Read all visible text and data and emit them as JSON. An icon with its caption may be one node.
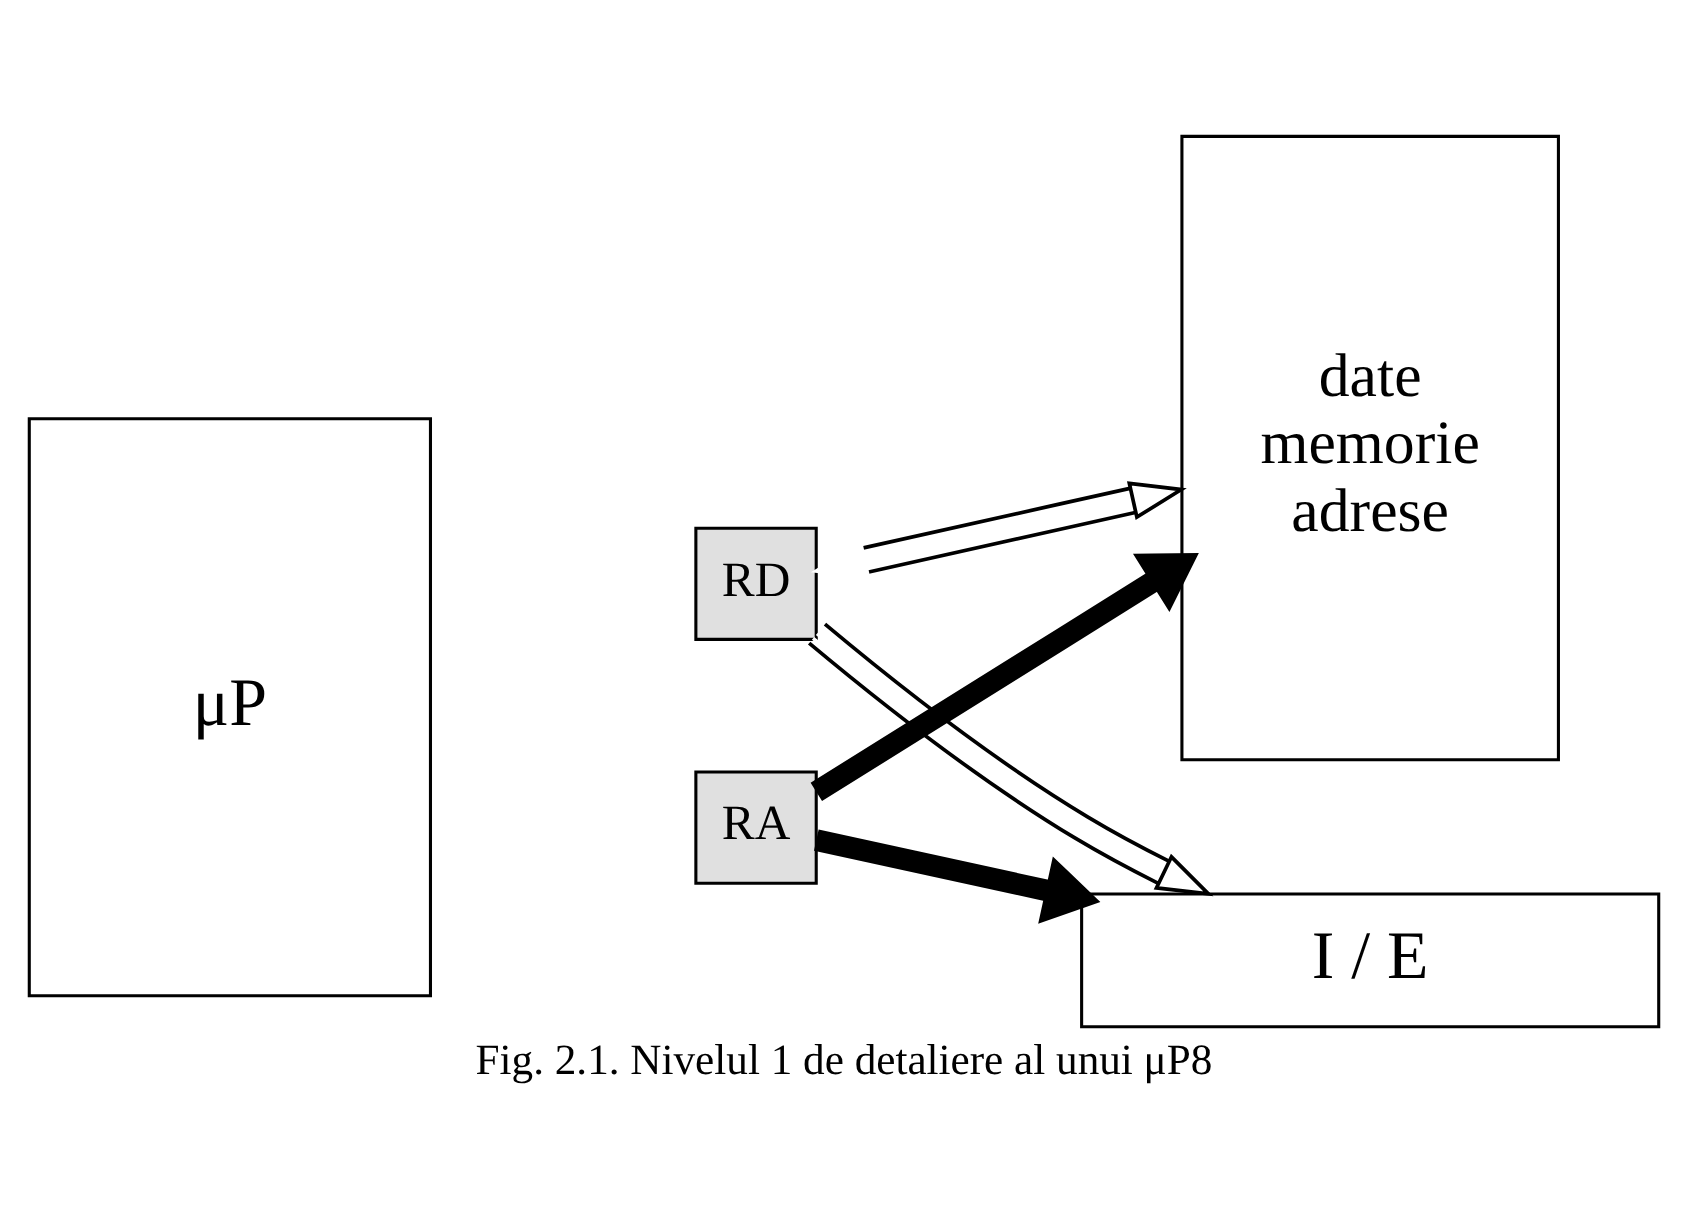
{
  "diagram": {
    "caption": "Fig. 2.1. Nivelul 1 de detaliere al unui μP8",
    "nodes": [
      {
        "text": [
          "μP"
        ]
      },
      {
        "text": [
          "RD"
        ]
      },
      {
        "text": [
          "RA"
        ]
      },
      {
        "text": [
          "date",
          "memorie",
          "adrese"
        ]
      },
      {
        "text": [
          "I / E"
        ]
      }
    ],
    "edges": [
      {
        "from": 1,
        "to": 3,
        "arrow": "both"
      },
      {
        "from": 1,
        "to": 4,
        "arrow": "to"
      },
      {
        "from": 2,
        "to": 3,
        "arrow": "to",
        "style": "thick"
      },
      {
        "from": 2,
        "to": 4,
        "arrow": "to",
        "style": "thick"
      }
    ]
  }
}
